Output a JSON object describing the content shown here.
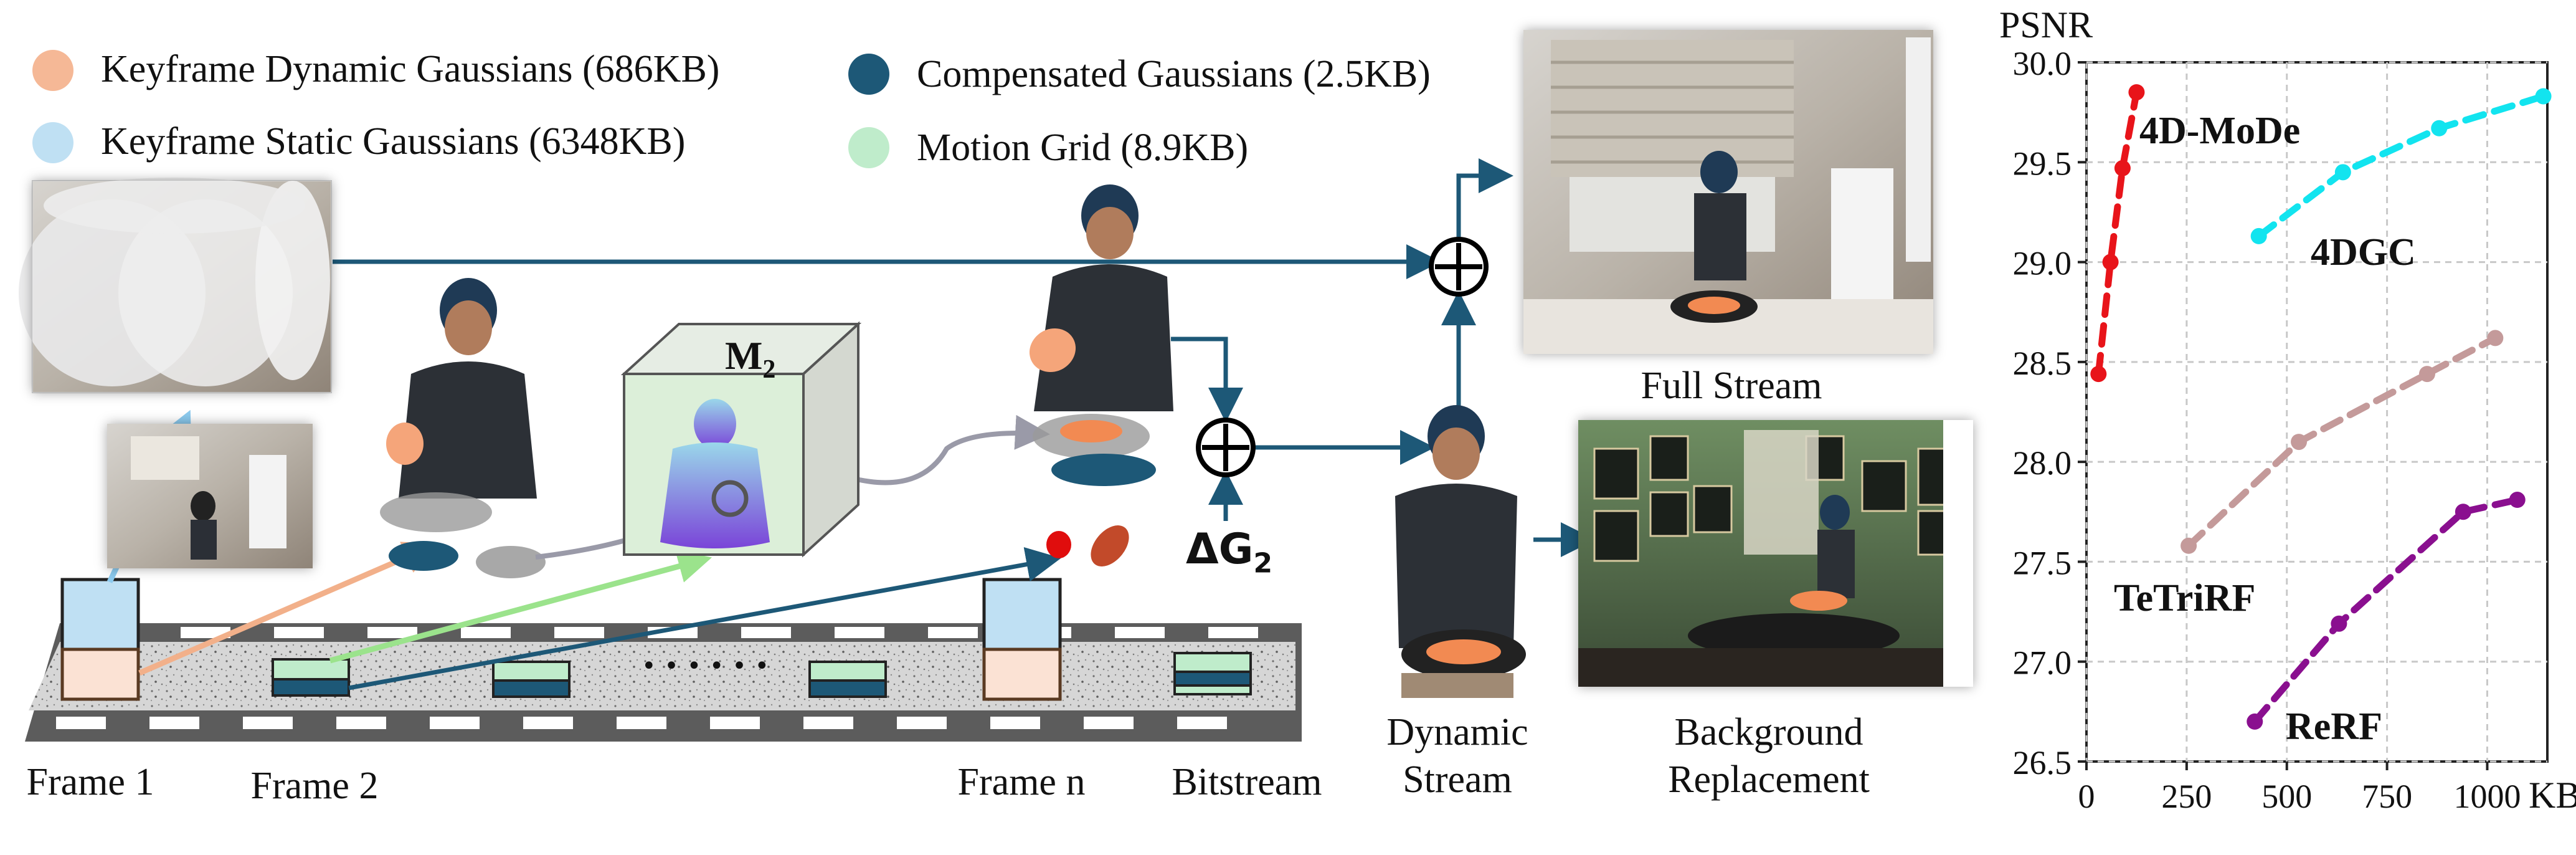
{
  "legend": {
    "items": [
      {
        "label": "Keyframe Dynamic Gaussians (686KB)",
        "color": "#f5b896"
      },
      {
        "label": "Keyframe Static Gaussians (6348KB)",
        "color": "#bfe0f3"
      },
      {
        "label": "Compensated Gaussians (2.5KB)",
        "color": "#1d5877"
      },
      {
        "label": "Motion Grid (8.9KB)",
        "color": "#bfeccb"
      }
    ]
  },
  "labels": {
    "frame1": "Frame 1",
    "frame2": "Frame 2",
    "framen": "Frame n",
    "bitstream": "Bitstream",
    "dots": "• • • • • •",
    "m2": "M",
    "m2_sub": "2",
    "delta": "ΔG",
    "delta_sub": "2",
    "full_stream": "Full Stream",
    "dynamic_stream": "Dynamic\nStream",
    "background_replacement": "Background\nReplacement"
  },
  "colors": {
    "flow": "#1d5877",
    "orange_arrow": "#f2b08a",
    "green_arrow": "#9be38c",
    "blue_arrow": "#8ccaee"
  },
  "chart_data": {
    "type": "line",
    "title": "",
    "ylabel": "PSNR",
    "xlabel": "KB",
    "xlim": [
      0,
      1150
    ],
    "ylim": [
      26.5,
      30.0
    ],
    "xticks": [
      0,
      250,
      500,
      750,
      1000
    ],
    "yticks": [
      26.5,
      27.0,
      27.5,
      28.0,
      28.5,
      29.0,
      29.5,
      30.0
    ],
    "grid": true,
    "series": [
      {
        "name": "4D-MoDe",
        "color": "#e8141a",
        "x": [
          30,
          60,
          90,
          125
        ],
        "y": [
          28.44,
          29.0,
          29.47,
          29.85
        ]
      },
      {
        "name": "4DGC",
        "color": "#12e4ef",
        "x": [
          430,
          640,
          880,
          1140
        ],
        "y": [
          29.13,
          29.45,
          29.67,
          29.83
        ]
      },
      {
        "name": "TeTriRF",
        "color": "#c49a9a",
        "x": [
          255,
          530,
          850,
          1020
        ],
        "y": [
          27.58,
          28.1,
          28.44,
          28.62
        ]
      },
      {
        "name": "ReRF",
        "color": "#8a0f8f",
        "x": [
          420,
          630,
          940,
          1075
        ],
        "y": [
          26.7,
          27.19,
          27.75,
          27.81
        ]
      }
    ]
  }
}
